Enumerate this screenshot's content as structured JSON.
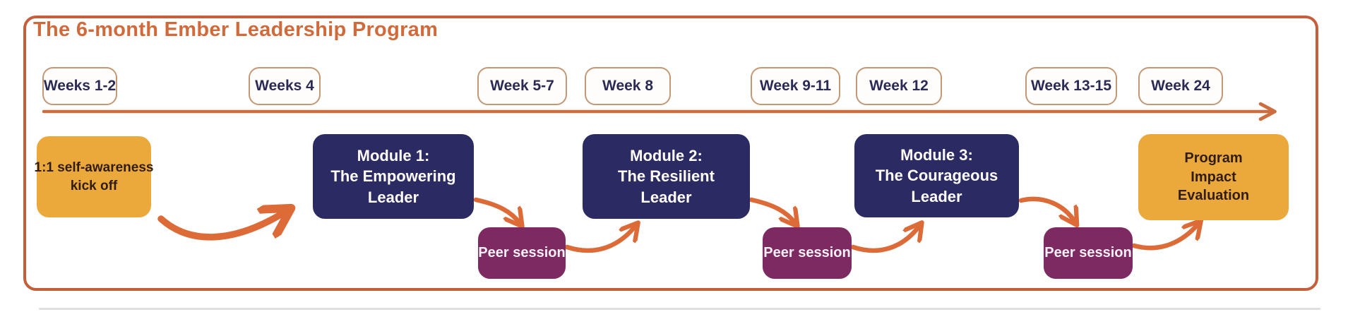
{
  "title": "The 6-month Ember Leadership Program",
  "palette": {
    "frame_orange": "#C55E3B",
    "title_orange": "#D06A3B",
    "timeline_orange": "#CC6E3F",
    "connector_orange": "#DC6B38",
    "gold": "#EBA93C",
    "navy": "#2B2A62",
    "plum": "#7D2A62",
    "pill_border": "#C49874",
    "pill_text": "#2B2A55",
    "gold_text": "#301D10"
  },
  "timeline": {
    "week_labels": [
      "Weeks 1-2",
      "Weeks 4",
      "Week 5-7",
      "Week 8",
      "Week 9-11",
      "Week 12",
      "Week 13-15",
      "Week 24"
    ]
  },
  "nodes": {
    "kickoff": {
      "lines": [
        "1:1 self-awareness",
        "kick off"
      ]
    },
    "module1": {
      "lines": [
        "Module 1:",
        "The Empowering",
        "Leader"
      ]
    },
    "module2": {
      "lines": [
        "Module 2:",
        "The Resilient",
        "Leader"
      ]
    },
    "module3": {
      "lines": [
        "Module 3:",
        "The Courageous",
        "Leader"
      ]
    },
    "peer1": {
      "label": "Peer session"
    },
    "peer2": {
      "label": "Peer session"
    },
    "peer3": {
      "label": "Peer session"
    },
    "evaluation": {
      "lines": [
        "Program",
        "Impact",
        "Evaluation"
      ]
    }
  }
}
